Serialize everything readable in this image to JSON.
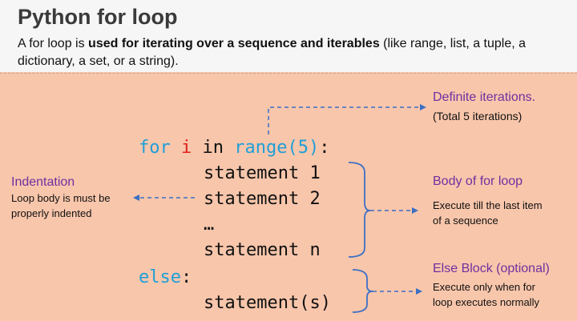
{
  "header": {
    "title": "Python for loop",
    "intro_pre": "A for loop is ",
    "intro_bold": "used for iterating over a sequence and iterables",
    "intro_post": " (like range, list, a tuple, a dictionary, a set, or a string)."
  },
  "code": {
    "for_kw": "for",
    "var": "i",
    "in_kw": "in",
    "range_call": "range(5)",
    "colon": ":",
    "stmt1": "statement 1",
    "stmt2": "statement 2",
    "ellipsis": "…",
    "stmtn": "statement n",
    "else_kw": "else",
    "else_colon": ":",
    "stmts": "statement(s)"
  },
  "annotations": {
    "definite_title": "Definite iterations.",
    "definite_body": "(Total 5 iterations)",
    "indent_title": "Indentation",
    "indent_body_1": "Loop body is must be",
    "indent_body_2": "properly indented",
    "body_title": "Body of for loop",
    "body_body_1": "Execute till the last item",
    "body_body_2": "of a sequence",
    "else_title": "Else Block (optional)",
    "else_body_1": "Execute only when for",
    "else_body_2": "loop executes normally"
  },
  "colors": {
    "background": "#f8c6ab",
    "header_bg": "#f6f6f6",
    "keyword": "#1f9fd8",
    "variable": "#e0201b",
    "annotation_title": "#7030a0",
    "arrow": "#3b6fc4"
  }
}
